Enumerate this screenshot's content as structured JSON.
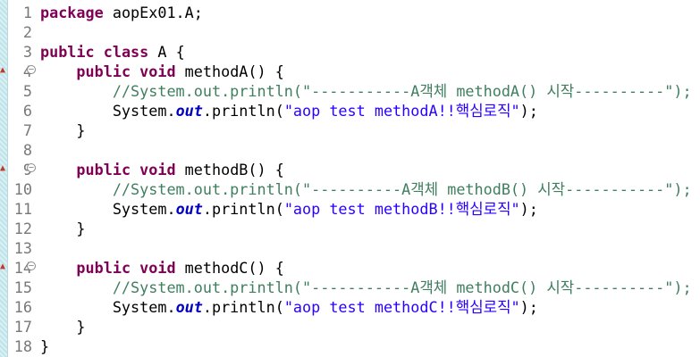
{
  "editor": {
    "lines": [
      {
        "num": "1",
        "segments": [
          {
            "t": "kw",
            "v": "package"
          },
          {
            "t": "plain",
            "v": " aopEx01.A;"
          }
        ]
      },
      {
        "num": "2",
        "segments": []
      },
      {
        "num": "3",
        "segments": [
          {
            "t": "kw",
            "v": "public"
          },
          {
            "t": "plain",
            "v": " "
          },
          {
            "t": "kw",
            "v": "class"
          },
          {
            "t": "plain",
            "v": " A {"
          }
        ]
      },
      {
        "num": "4",
        "fold": "⊖",
        "marker": "override-icon",
        "segments": [
          {
            "t": "plain",
            "v": "    "
          },
          {
            "t": "kw",
            "v": "public"
          },
          {
            "t": "plain",
            "v": " "
          },
          {
            "t": "kw",
            "v": "void"
          },
          {
            "t": "plain",
            "v": " methodA() {"
          }
        ]
      },
      {
        "num": "5",
        "segments": [
          {
            "t": "plain",
            "v": "        "
          },
          {
            "t": "cm",
            "v": "//System.out.println(\"-----------A객체 methodA() 시작----------\");"
          }
        ]
      },
      {
        "num": "6",
        "segments": [
          {
            "t": "plain",
            "v": "        System."
          },
          {
            "t": "fld",
            "v": "out"
          },
          {
            "t": "plain",
            "v": ".println("
          },
          {
            "t": "str",
            "v": "\"aop test methodA!!핵심로직\""
          },
          {
            "t": "plain",
            "v": ");"
          }
        ]
      },
      {
        "num": "7",
        "segments": [
          {
            "t": "plain",
            "v": "    }"
          }
        ]
      },
      {
        "num": "8",
        "segments": []
      },
      {
        "num": "9",
        "fold": "⊖",
        "marker": "override-icon",
        "segments": [
          {
            "t": "plain",
            "v": "    "
          },
          {
            "t": "kw",
            "v": "public"
          },
          {
            "t": "plain",
            "v": " "
          },
          {
            "t": "kw",
            "v": "void"
          },
          {
            "t": "plain",
            "v": " methodB() {"
          }
        ]
      },
      {
        "num": "10",
        "segments": [
          {
            "t": "plain",
            "v": "        "
          },
          {
            "t": "cm",
            "v": "//System.out.println(\"----------A객체 methodB() 시작-----------\");"
          }
        ]
      },
      {
        "num": "11",
        "segments": [
          {
            "t": "plain",
            "v": "        System."
          },
          {
            "t": "fld",
            "v": "out"
          },
          {
            "t": "plain",
            "v": ".println("
          },
          {
            "t": "str",
            "v": "\"aop test methodB!!핵심로직\""
          },
          {
            "t": "plain",
            "v": ");"
          }
        ]
      },
      {
        "num": "12",
        "segments": [
          {
            "t": "plain",
            "v": "    }"
          }
        ]
      },
      {
        "num": "13",
        "segments": []
      },
      {
        "num": "14",
        "fold": "⊖",
        "marker": "override-icon",
        "segments": [
          {
            "t": "plain",
            "v": "    "
          },
          {
            "t": "kw",
            "v": "public"
          },
          {
            "t": "plain",
            "v": " "
          },
          {
            "t": "kw",
            "v": "void"
          },
          {
            "t": "plain",
            "v": " methodC() {"
          }
        ]
      },
      {
        "num": "15",
        "segments": [
          {
            "t": "plain",
            "v": "        "
          },
          {
            "t": "cm",
            "v": "//System.out.println(\"-----------A객체 methodC() 시작----------\");"
          }
        ]
      },
      {
        "num": "16",
        "segments": [
          {
            "t": "plain",
            "v": "        System."
          },
          {
            "t": "fld",
            "v": "out"
          },
          {
            "t": "plain",
            "v": ".println("
          },
          {
            "t": "str",
            "v": "\"aop test methodC!!핵심로직\""
          },
          {
            "t": "plain",
            "v": ");"
          }
        ]
      },
      {
        "num": "17",
        "segments": [
          {
            "t": "plain",
            "v": "    }"
          }
        ]
      },
      {
        "num": "18",
        "segments": [
          {
            "t": "plain",
            "v": "}"
          }
        ]
      }
    ]
  }
}
